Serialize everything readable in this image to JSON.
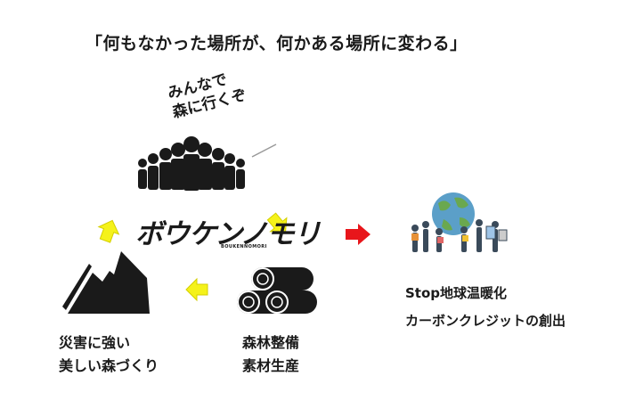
{
  "heading": "「何もなかった場所が、何かある場所に変わる」",
  "slogan": {
    "line1": "みんなで",
    "line2": "森に行くぞ"
  },
  "logo": {
    "name": "ボウケンノモリ",
    "subtitle": "BOUKENNOMORI"
  },
  "labels": {
    "disaster": {
      "line1": "災害に強い",
      "line2": "美しい森づくり"
    },
    "forest": {
      "line1": "森林整備",
      "line2": "素材生産"
    }
  },
  "right": {
    "line1": "Stop地球温暖化",
    "line2": "カーボンクレジットの創出"
  },
  "colors": {
    "arrow_cycle": "#f5f21a",
    "arrow_main": "#e8161b",
    "ink": "#1a1a1a"
  }
}
